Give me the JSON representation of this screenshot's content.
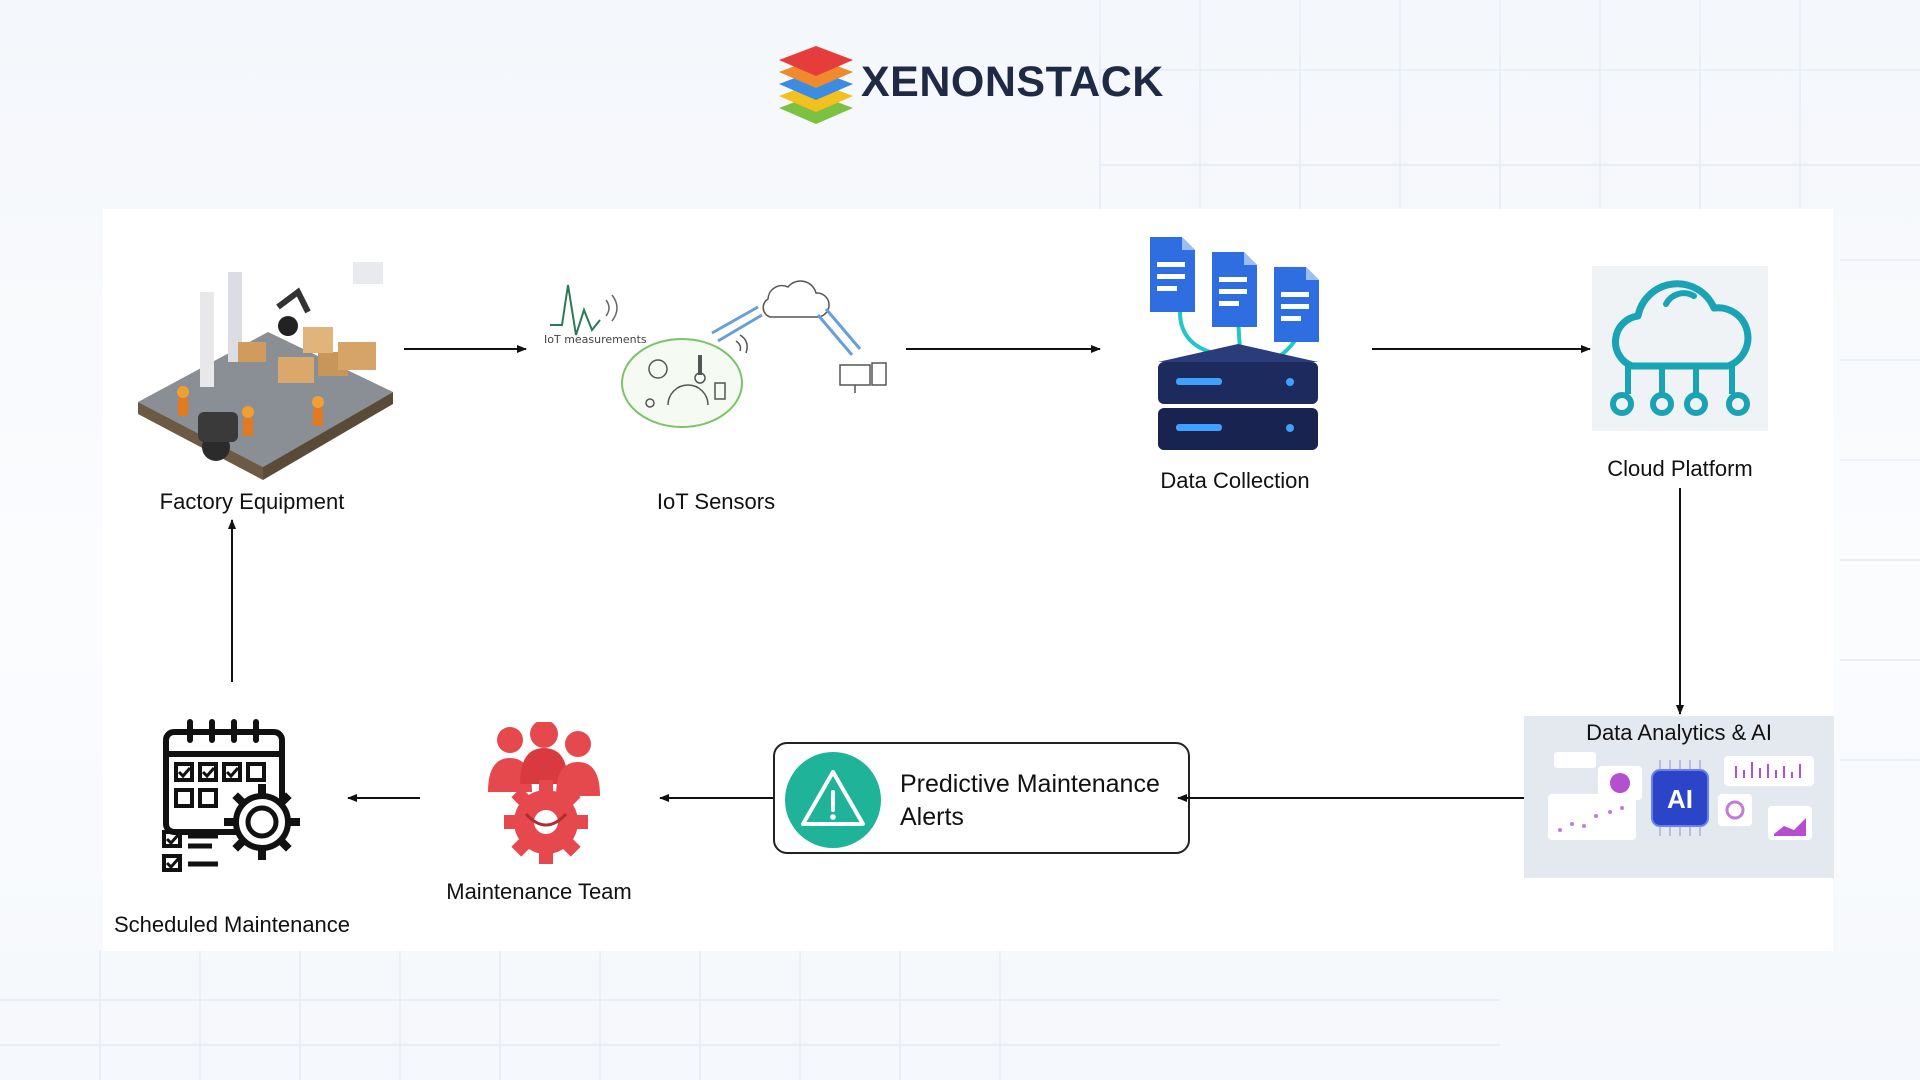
{
  "brand": {
    "name": "XENONSTACK"
  },
  "nodes": {
    "factory_equipment": "Factory Equipment",
    "iot_sensors": "IoT Sensors",
    "iot_measurements": "IoT measurements",
    "data_collection": "Data Collection",
    "cloud_platform": "Cloud Platform",
    "data_analytics": "Data Analytics & AI",
    "ai_chip": "AI",
    "alerts_line1": "Predictive Maintenance",
    "alerts_line2": "Alerts",
    "maintenance_team": "Maintenance Team",
    "scheduled_maintenance": "Scheduled Maintenance"
  },
  "colors": {
    "accent_teal": "#1fb39a",
    "cloud_teal": "#19a3b4",
    "server_navy": "#1c2a5e",
    "doc_blue": "#2f6ee0",
    "team_red": "#e5484d"
  }
}
